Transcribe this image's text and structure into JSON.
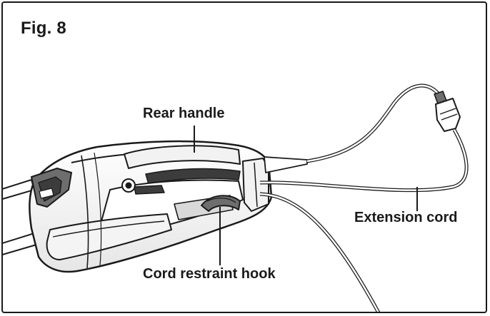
{
  "figure": {
    "label": "Fig. 8"
  },
  "callouts": {
    "rear_handle": "Rear handle",
    "extension_cord": "Extension cord",
    "cord_restraint_hook": "Cord restraint hook"
  },
  "colors": {
    "line": "#1a1a1a",
    "fill_dark": "#3c3c3c",
    "fill_mid": "#6e6e6e",
    "fill_light": "#d9d9d9",
    "background": "#ffffff"
  }
}
